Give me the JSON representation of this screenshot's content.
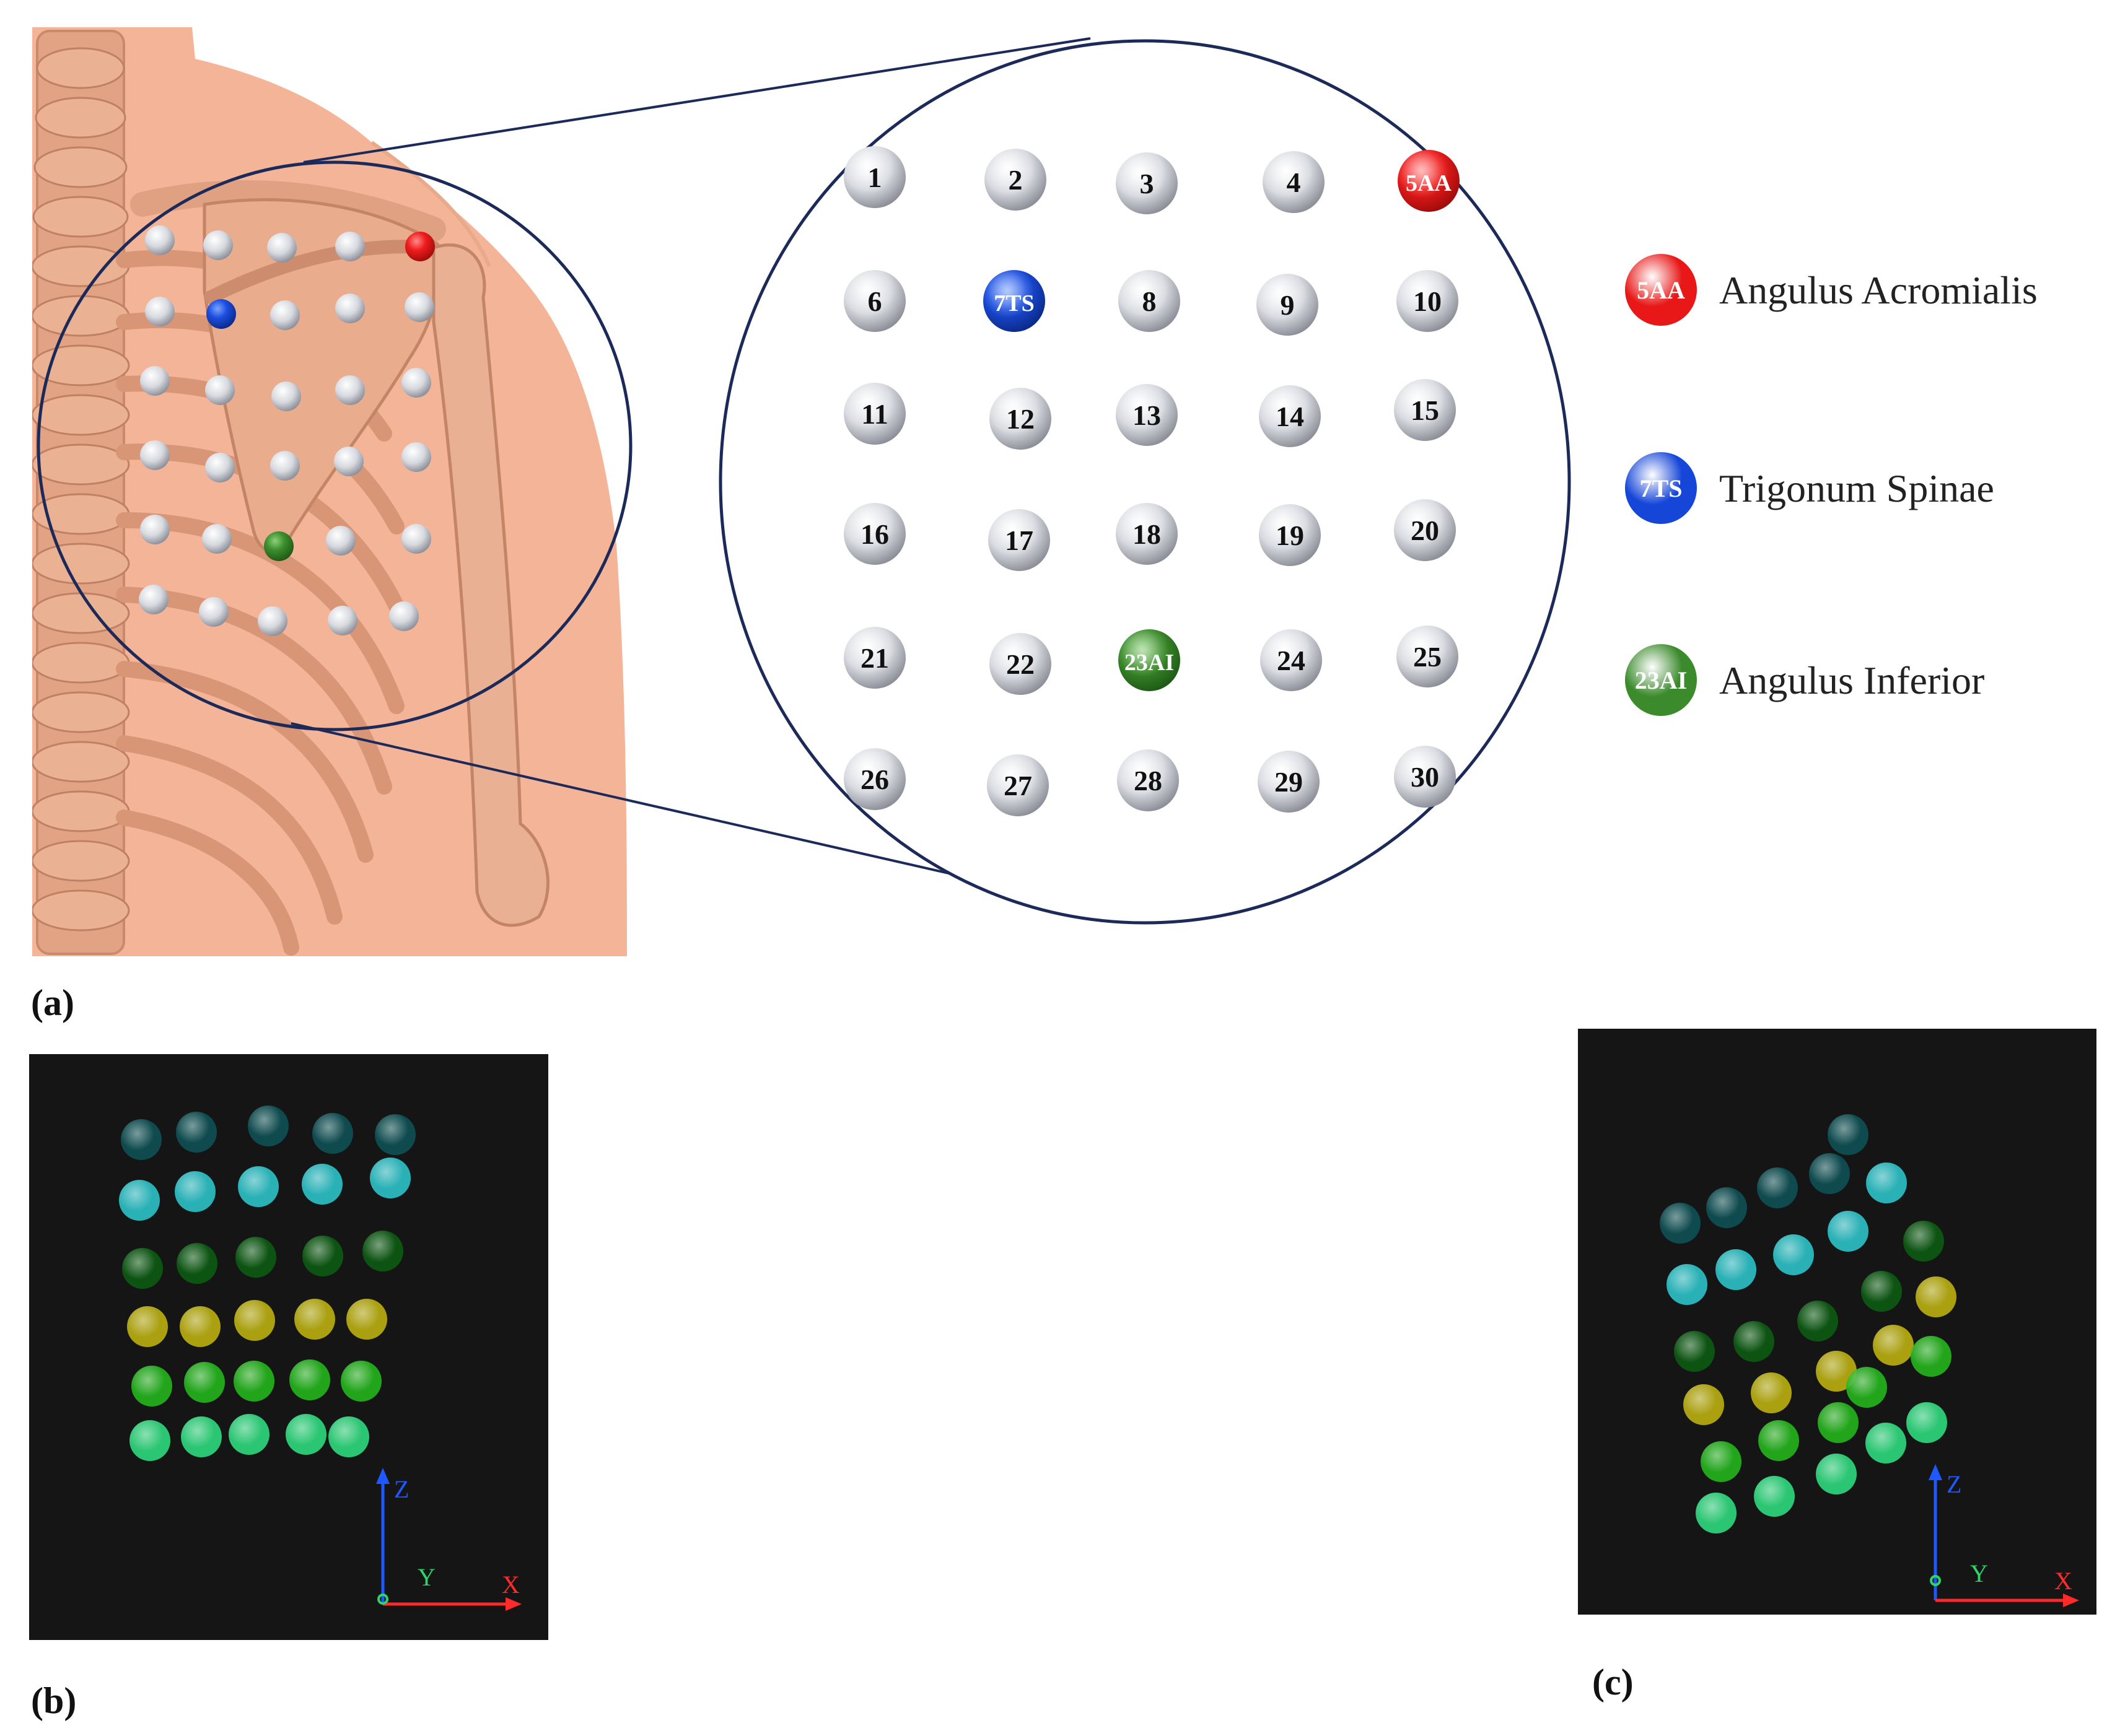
{
  "panels": {
    "a_label": "(a)",
    "b_label": "(b)",
    "c_label": "(c)"
  },
  "markers": [
    {
      "label": "1",
      "kind": "plain"
    },
    {
      "label": "2",
      "kind": "plain"
    },
    {
      "label": "3",
      "kind": "plain"
    },
    {
      "label": "4",
      "kind": "plain"
    },
    {
      "label": "5AA",
      "kind": "red"
    },
    {
      "label": "6",
      "kind": "plain"
    },
    {
      "label": "7TS",
      "kind": "blue"
    },
    {
      "label": "8",
      "kind": "plain"
    },
    {
      "label": "9",
      "kind": "plain"
    },
    {
      "label": "10",
      "kind": "plain"
    },
    {
      "label": "11",
      "kind": "plain"
    },
    {
      "label": "12",
      "kind": "plain"
    },
    {
      "label": "13",
      "kind": "plain"
    },
    {
      "label": "14",
      "kind": "plain"
    },
    {
      "label": "15",
      "kind": "plain"
    },
    {
      "label": "16",
      "kind": "plain"
    },
    {
      "label": "17",
      "kind": "plain"
    },
    {
      "label": "18",
      "kind": "plain"
    },
    {
      "label": "19",
      "kind": "plain"
    },
    {
      "label": "20",
      "kind": "plain"
    },
    {
      "label": "21",
      "kind": "plain"
    },
    {
      "label": "22",
      "kind": "plain"
    },
    {
      "label": "23AI",
      "kind": "green"
    },
    {
      "label": "24",
      "kind": "plain"
    },
    {
      "label": "25",
      "kind": "plain"
    },
    {
      "label": "26",
      "kind": "plain"
    },
    {
      "label": "27",
      "kind": "plain"
    },
    {
      "label": "28",
      "kind": "plain"
    },
    {
      "label": "29",
      "kind": "plain"
    },
    {
      "label": "30",
      "kind": "plain"
    }
  ],
  "legend": [
    {
      "badge": "5AA",
      "text": "Angulus Acromialis",
      "color": "#e81818"
    },
    {
      "badge": "7TS",
      "text": "Trigonum Spinae",
      "color": "#1646d8"
    },
    {
      "badge": "23AI",
      "text": "Angulus Inferior",
      "color": "#3b8a2c"
    }
  ],
  "axes": {
    "z": "Z",
    "y": "Y",
    "x": "X"
  },
  "colors": {
    "skin": "#f3b497",
    "bone": "#e4a585",
    "zoom_line": "#1c2a5a",
    "row_colors": [
      "#0e4f54",
      "#2bbfc4",
      "#0d5a14",
      "#b7ad10",
      "#24b21c",
      "#2ed67c"
    ]
  }
}
